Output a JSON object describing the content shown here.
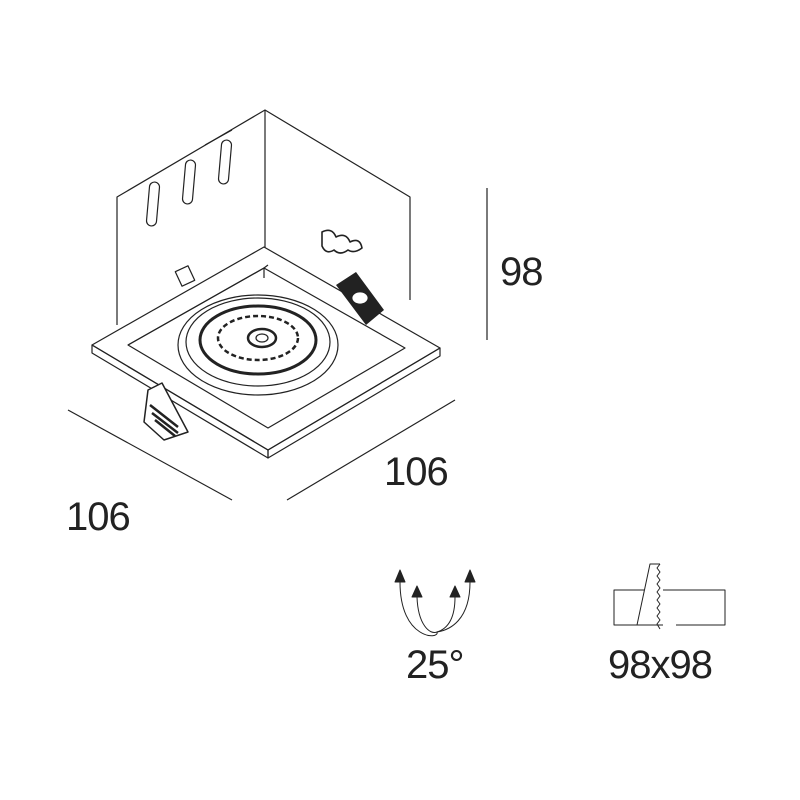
{
  "dimensions": {
    "height": "98",
    "width_right": "106",
    "width_left": "106"
  },
  "specs": {
    "beam_angle": "25°",
    "cutout": "98x98"
  },
  "icons": [
    "product-drawing",
    "beam-angle-icon",
    "cutout-icon"
  ],
  "colors": {
    "line": "#222222",
    "background": "#ffffff"
  }
}
